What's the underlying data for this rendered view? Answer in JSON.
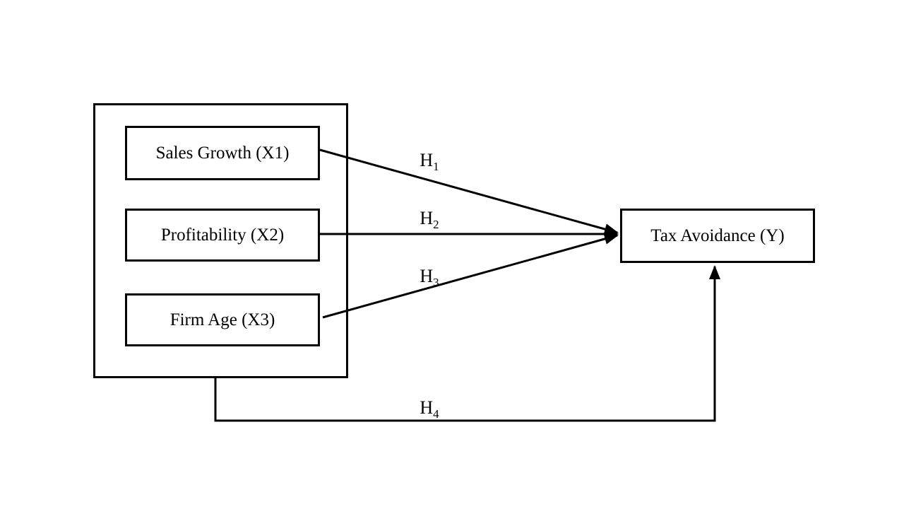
{
  "diagram": {
    "background_color": "#ffffff",
    "line_color": "#000000",
    "independent_variables": [
      {
        "label": "Sales Growth (X1)"
      },
      {
        "label": "Profitability (X2)"
      },
      {
        "label": "Firm Age (X3)"
      }
    ],
    "dependent_variable": {
      "label": "Tax Avoidance (Y)"
    },
    "hypotheses": [
      {
        "text": "H",
        "sub": "1",
        "from": "Sales Growth (X1)",
        "to": "Tax Avoidance (Y)"
      },
      {
        "text": "H",
        "sub": "2",
        "from": "Profitability (X2)",
        "to": "Tax Avoidance (Y)"
      },
      {
        "text": "H",
        "sub": "3",
        "from": "Firm Age (X3)",
        "to": "Tax Avoidance (Y)"
      },
      {
        "text": "H",
        "sub": "4",
        "from": "Sales Growth (X1), Profitability (X2), Firm Age (X3)",
        "to": "Tax Avoidance (Y)"
      }
    ]
  }
}
